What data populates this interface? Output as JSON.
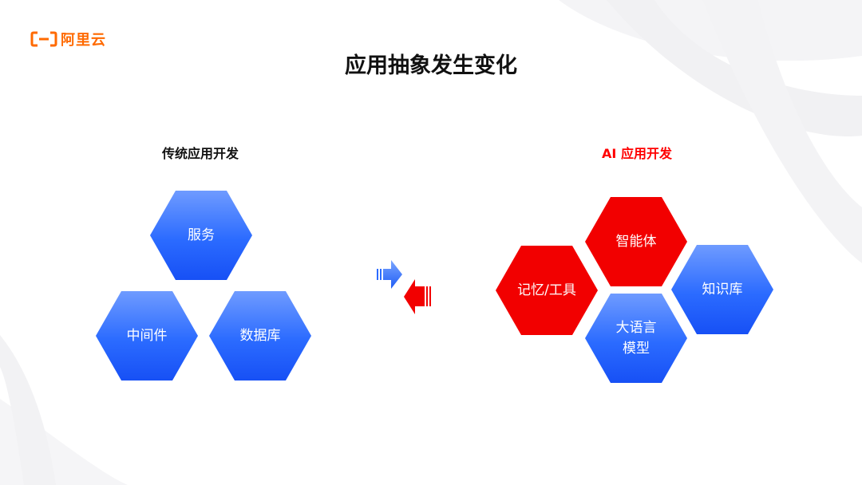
{
  "brand": {
    "name": "阿里云",
    "color": "#ff6a00"
  },
  "title": "应用抽象发生变化",
  "left": {
    "label": "传统应用开发",
    "hexagons": [
      {
        "label": "服务"
      },
      {
        "label": "中间件"
      },
      {
        "label": "数据库"
      }
    ],
    "color": "#2b6bff"
  },
  "right": {
    "label": "AI 应用开发",
    "label_color": "#ff0000",
    "hexagons": [
      {
        "label": "智能体",
        "color": "#f20000"
      },
      {
        "label": "记忆/工具",
        "color": "#f20000"
      },
      {
        "label_line1": "大语言",
        "label_line2": "模型",
        "color": "#2b6bff"
      },
      {
        "label": "知识库",
        "color": "#2b6bff"
      }
    ]
  },
  "icons": {
    "center_arrows": "exchange-arrows-icon",
    "logo": "alibaba-cloud-logo-icon"
  }
}
